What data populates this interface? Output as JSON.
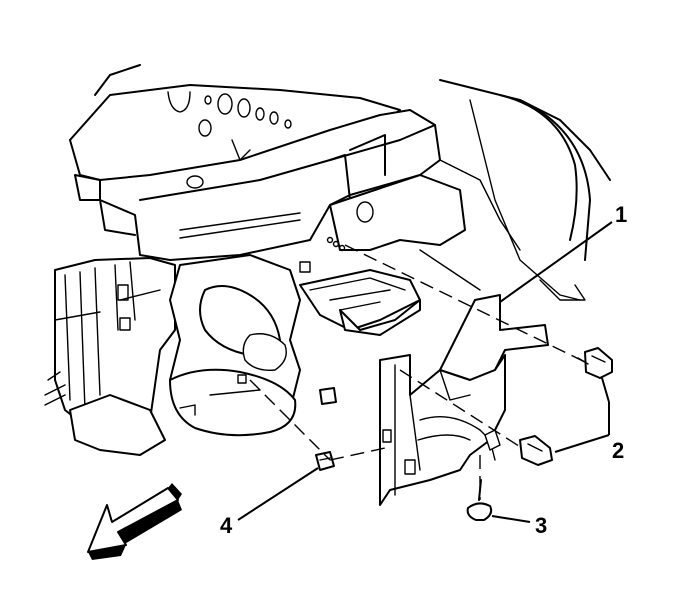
{
  "diagram": {
    "callouts": [
      {
        "id": "1",
        "label": "1"
      },
      {
        "id": "2",
        "label": "2"
      },
      {
        "id": "3",
        "label": "3"
      },
      {
        "id": "4",
        "label": "4"
      }
    ],
    "front_arrow_icon": "direction-arrow"
  }
}
